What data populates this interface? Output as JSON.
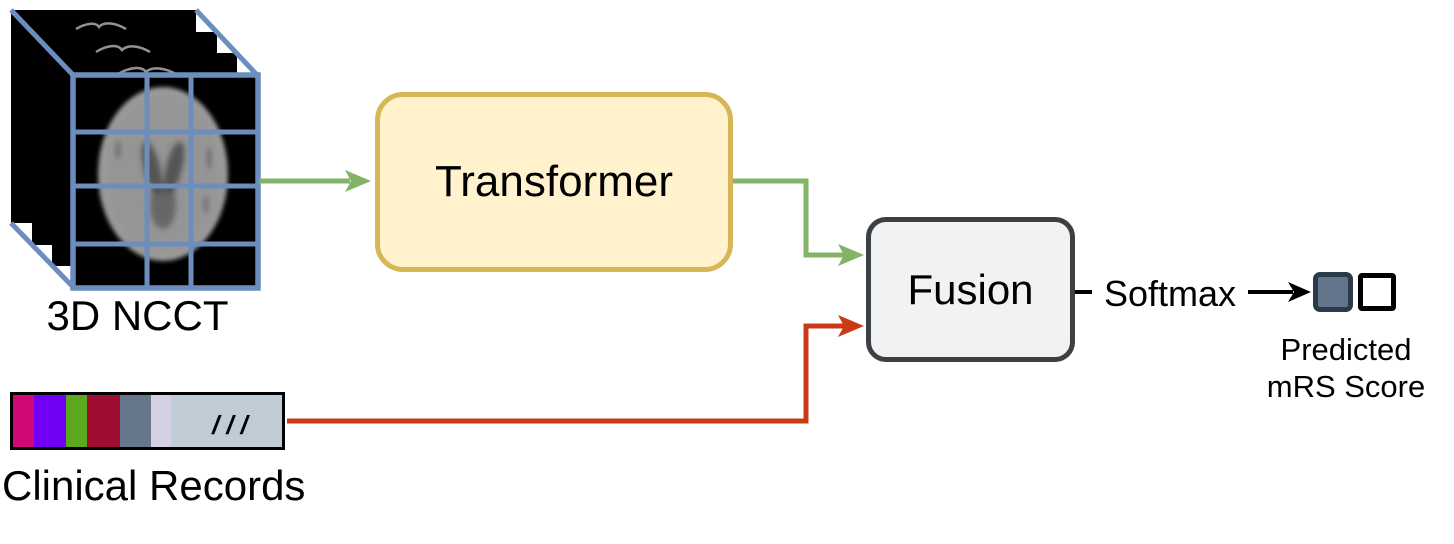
{
  "nodes": {
    "input_volume": {
      "label": "3D NCCT"
    },
    "transformer": {
      "label": "Transformer"
    },
    "fusion": {
      "label": "Fusion"
    },
    "softmax": {
      "label": "Softmax"
    },
    "clinical": {
      "label": "Clinical Records",
      "ellipsis_marks": "///"
    },
    "output": {
      "label_line1": "Predicted",
      "label_line2": "mRS Score"
    }
  },
  "colors": {
    "cube-edge": "#6C8EBF",
    "transformer-fill": "#FFF2CC",
    "transformer-border": "#D6B656",
    "fusion-fill": "#F2F2F2",
    "fusion-border": "#3B4045",
    "arrow-green": "#82B366",
    "arrow-red": "#C93B14",
    "arrow-black": "#000000",
    "square-filled": "#64748A",
    "square-filled-border": "#2B3A4A",
    "bar-border": "#000000"
  },
  "clinical_segments": [
    {
      "color": "#D30877",
      "width": 27
    },
    {
      "color": "#7100F5",
      "width": 41
    },
    {
      "color": "#5CA81E",
      "width": 27
    },
    {
      "color": "#A00C32",
      "width": 42
    },
    {
      "color": "#67778B",
      "width": 40
    },
    {
      "color": "#D4D1E3",
      "width": 26
    },
    {
      "color": "#BFCBD5",
      "width": 70,
      "text": "///"
    }
  ]
}
